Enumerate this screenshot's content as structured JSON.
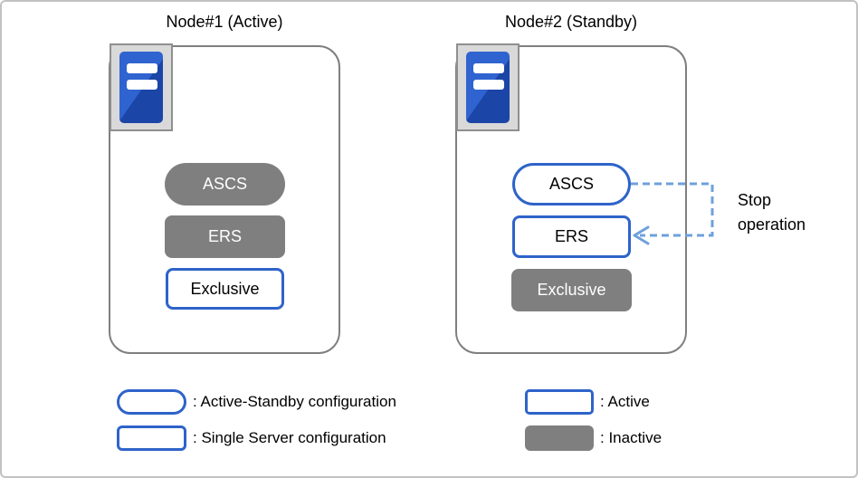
{
  "colors": {
    "accent_blue": "#2e63c9",
    "inactive_gray": "#7f7f7f",
    "node_border_gray": "#7f7f7f",
    "arrow_dashed_blue": "#6fa0dc",
    "icon_blue_light": "#2f63d0",
    "icon_blue_dark": "#1b45a6",
    "canvas_border_gray": "#c2c2c2"
  },
  "nodes": [
    {
      "title": "Node#1 (Active)",
      "boxes": [
        {
          "label": "ASCS",
          "shape": "pill",
          "state": "inactive"
        },
        {
          "label": "ERS",
          "shape": "rect",
          "state": "inactive"
        },
        {
          "label": "Exclusive",
          "shape": "rect",
          "state": "active"
        }
      ]
    },
    {
      "title": "Node#2 (Standby)",
      "boxes": [
        {
          "label": "ASCS",
          "shape": "pill",
          "state": "active"
        },
        {
          "label": "ERS",
          "shape": "rect",
          "state": "active"
        },
        {
          "label": "Exclusive",
          "shape": "rect",
          "state": "inactive"
        }
      ]
    }
  ],
  "annotation": {
    "stop_operation": "Stop operation"
  },
  "legend": {
    "left": [
      {
        "swatch": "outline-pill",
        "label": ": Active-Standby configuration"
      },
      {
        "swatch": "outline-rect",
        "label": ": Single Server configuration"
      }
    ],
    "right": [
      {
        "swatch": "outline-rect",
        "label": ": Active"
      },
      {
        "swatch": "gray-rect",
        "label": ": Inactive"
      }
    ]
  }
}
